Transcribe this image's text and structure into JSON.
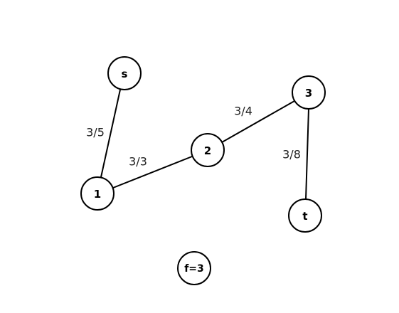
{
  "graph": {
    "nodes": [
      {
        "id": "s",
        "label": "s"
      },
      {
        "id": "1",
        "label": "1"
      },
      {
        "id": "2",
        "label": "2"
      },
      {
        "id": "3",
        "label": "3"
      },
      {
        "id": "t",
        "label": "t"
      }
    ],
    "edges": [
      {
        "from": "s",
        "to": "1",
        "label": "3/5"
      },
      {
        "from": "1",
        "to": "2",
        "label": "3/3"
      },
      {
        "from": "2",
        "to": "3",
        "label": "3/4"
      },
      {
        "from": "3",
        "to": "t",
        "label": "3/8"
      }
    ],
    "flow_value": "f=3"
  }
}
